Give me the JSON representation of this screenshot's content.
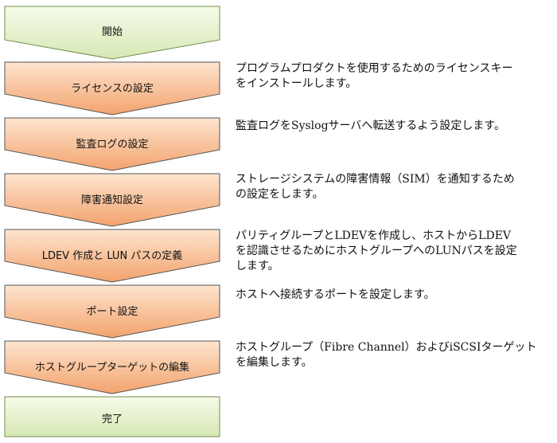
{
  "colors": {
    "start_end_fill_top": "#f7fbe9",
    "start_end_fill_bottom": "#d6e8b4",
    "start_end_stroke": "#6f8f4a",
    "step_fill_top": "#fde5cf",
    "step_fill_bottom": "#f3a36d",
    "step_stroke": "#555555"
  },
  "start": {
    "label": "開始"
  },
  "steps": [
    {
      "label": "ライセンスの設定",
      "description": [
        "プログラムプロダクトを使用するためのライセンスキー",
        "をインストールします。"
      ]
    },
    {
      "label": "監査ログの設定",
      "description": [
        "監査ログをSyslogサーバへ転送するよう設定します。"
      ]
    },
    {
      "label": "障害通知設定",
      "description": [
        "ストレージシステムの障害情報（SIM）を通知するため",
        "の設定をします。"
      ]
    },
    {
      "label": "LDEV 作成と LUN パスの定義",
      "description": [
        "パリティグループとLDEVを作成し、ホストからLDEV",
        "を認識させるためにホストグループへのLUNパスを設定",
        "します。"
      ]
    },
    {
      "label": "ポート設定",
      "description": [
        "ホストへ接続するポートを設定します。"
      ]
    },
    {
      "label": "ホストグループターゲットの編集",
      "description": [
        "ホストグループ（Fibre Channel）およびiSCSIターゲット",
        "を編集します。"
      ]
    }
  ],
  "end": {
    "label": "完了"
  }
}
